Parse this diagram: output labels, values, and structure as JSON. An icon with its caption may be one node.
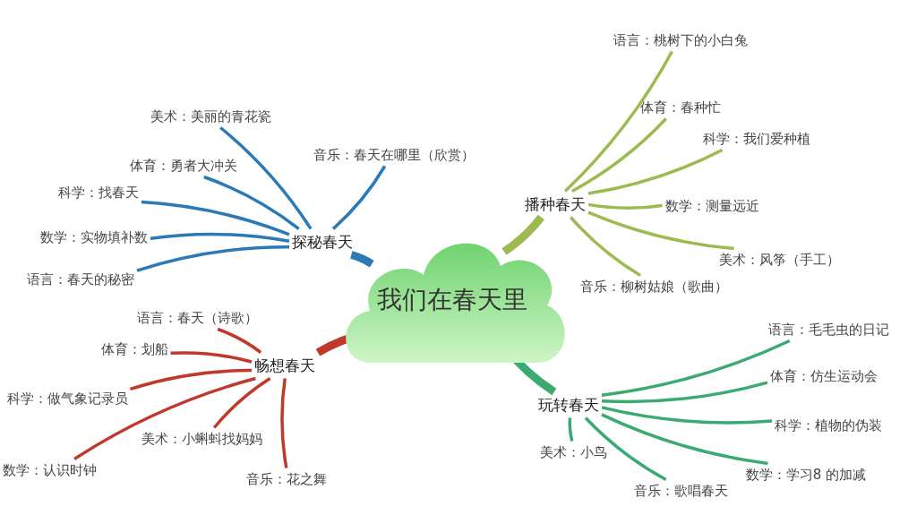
{
  "diagram": {
    "nodes": [
      {
        "text": [
          "我们在春天里"
        ]
      },
      {
        "text": [
          "探秘春天"
        ]
      },
      {
        "text": [
          "美术：美丽的青花瓷"
        ]
      },
      {
        "text": [
          "音乐：春天在哪里（欣赏）"
        ]
      },
      {
        "text": [
          "体育：勇者大冲关"
        ]
      },
      {
        "text": [
          "科学：找春天"
        ]
      },
      {
        "text": [
          "数学：实物填补数"
        ]
      },
      {
        "text": [
          "语言：春天的秘密"
        ]
      },
      {
        "text": [
          "播种春天"
        ]
      },
      {
        "text": [
          "语言：桃树下的小白兔"
        ]
      },
      {
        "text": [
          "体育：春种忙"
        ]
      },
      {
        "text": [
          "科学：我们爱种植"
        ]
      },
      {
        "text": [
          "数学：测量远近"
        ]
      },
      {
        "text": [
          "美术：风筝（手工）"
        ]
      },
      {
        "text": [
          "音乐：柳树姑娘（歌曲）"
        ]
      },
      {
        "text": [
          "畅想春天"
        ]
      },
      {
        "text": [
          "语言：春天（诗歌）"
        ]
      },
      {
        "text": [
          "体育：划船"
        ]
      },
      {
        "text": [
          "科学：做气象记录员"
        ]
      },
      {
        "text": [
          "美术：小蝌蚪找妈妈"
        ]
      },
      {
        "text": [
          "数学：认识时钟"
        ]
      },
      {
        "text": [
          "音乐：花之舞"
        ]
      },
      {
        "text": [
          "玩转春天"
        ]
      },
      {
        "text": [
          "语言：毛毛虫的日记"
        ]
      },
      {
        "text": [
          "体育：仿生运动会"
        ]
      },
      {
        "text": [
          "科学：植物的伪装"
        ]
      },
      {
        "text": [
          "数学：学习8 的加减"
        ]
      },
      {
        "text": [
          "美术：小鸟"
        ]
      },
      {
        "text": [
          "音乐：歌唱春天"
        ]
      }
    ],
    "edges": [
      {
        "from": 0,
        "to": 1,
        "arrow": "none",
        "style": "thick",
        "color": "#2a7ab8"
      },
      {
        "from": 1,
        "to": 2,
        "arrow": "none",
        "color": "#2a7ab8"
      },
      {
        "from": 1,
        "to": 3,
        "arrow": "none",
        "color": "#2a7ab8"
      },
      {
        "from": 1,
        "to": 4,
        "arrow": "none",
        "color": "#2a7ab8"
      },
      {
        "from": 1,
        "to": 5,
        "arrow": "none",
        "color": "#2a7ab8"
      },
      {
        "from": 1,
        "to": 6,
        "arrow": "none",
        "color": "#2a7ab8"
      },
      {
        "from": 1,
        "to": 7,
        "arrow": "none",
        "color": "#2a7ab8"
      },
      {
        "from": 0,
        "to": 8,
        "arrow": "none",
        "style": "thick",
        "color": "#9bbb50"
      },
      {
        "from": 8,
        "to": 9,
        "arrow": "none",
        "color": "#9bbb50"
      },
      {
        "from": 8,
        "to": 10,
        "arrow": "none",
        "color": "#9bbb50"
      },
      {
        "from": 8,
        "to": 11,
        "arrow": "none",
        "color": "#9bbb50"
      },
      {
        "from": 8,
        "to": 12,
        "arrow": "none",
        "color": "#9bbb50"
      },
      {
        "from": 8,
        "to": 13,
        "arrow": "none",
        "color": "#9bbb50"
      },
      {
        "from": 8,
        "to": 14,
        "arrow": "none",
        "color": "#9bbb50"
      },
      {
        "from": 0,
        "to": 15,
        "arrow": "none",
        "style": "thick",
        "color": "#c0392b"
      },
      {
        "from": 15,
        "to": 16,
        "arrow": "none",
        "color": "#c0392b"
      },
      {
        "from": 15,
        "to": 17,
        "arrow": "none",
        "color": "#c0392b"
      },
      {
        "from": 15,
        "to": 18,
        "arrow": "none",
        "color": "#c0392b"
      },
      {
        "from": 15,
        "to": 19,
        "arrow": "none",
        "color": "#c0392b"
      },
      {
        "from": 15,
        "to": 20,
        "arrow": "none",
        "color": "#c0392b"
      },
      {
        "from": 15,
        "to": 21,
        "arrow": "none",
        "color": "#c0392b"
      },
      {
        "from": 0,
        "to": 22,
        "arrow": "none",
        "style": "thick",
        "color": "#3aaa70"
      },
      {
        "from": 22,
        "to": 23,
        "arrow": "none",
        "color": "#3aaa70"
      },
      {
        "from": 22,
        "to": 24,
        "arrow": "none",
        "color": "#3aaa70"
      },
      {
        "from": 22,
        "to": 25,
        "arrow": "none",
        "color": "#3aaa70"
      },
      {
        "from": 22,
        "to": 26,
        "arrow": "none",
        "color": "#3aaa70"
      },
      {
        "from": 22,
        "to": 27,
        "arrow": "none",
        "color": "#3aaa70"
      },
      {
        "from": 22,
        "to": 28,
        "arrow": "none",
        "color": "#3aaa70"
      }
    ]
  }
}
